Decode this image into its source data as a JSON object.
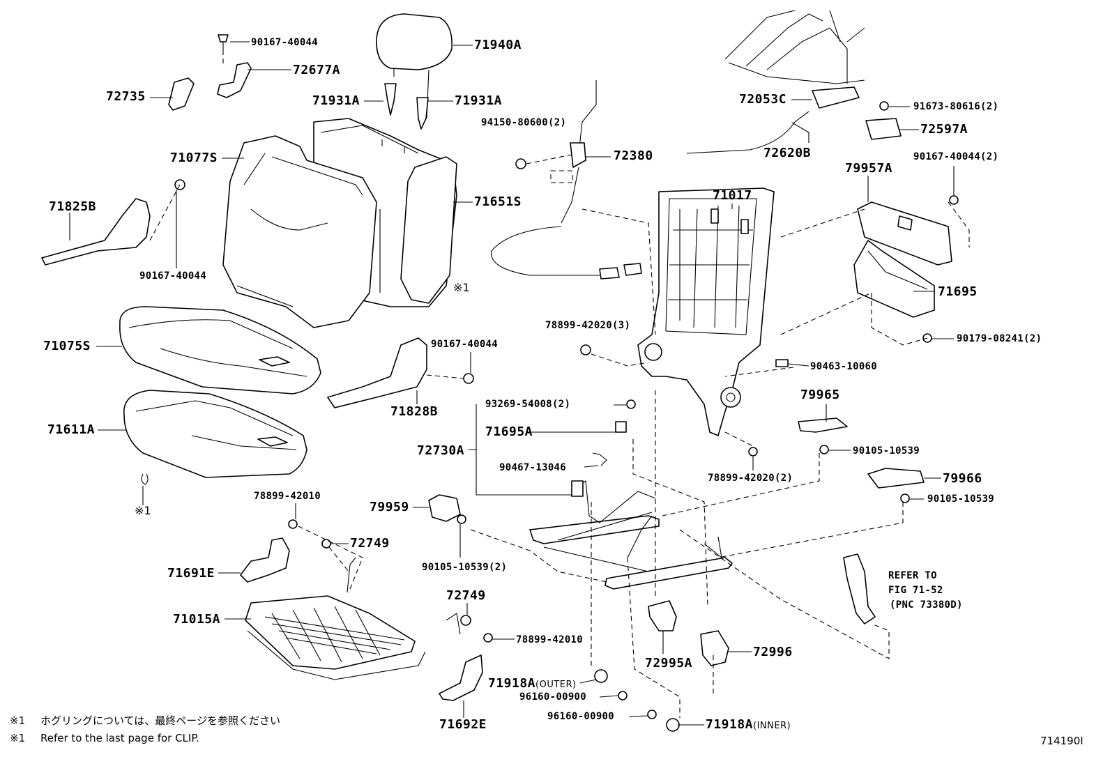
{
  "labels": {
    "p90167_40044_top": "90167-40044",
    "p72677A": "72677A",
    "p72735": "72735",
    "p71940A": "71940A",
    "p71931A_left": "71931A",
    "p71931A_right": "71931A",
    "p94150_80600": "94150-80600(2)",
    "p72380": "72380",
    "p71077S": "71077S",
    "p71651S": "71651S",
    "p71825B": "71825B",
    "p90167_40044_left": "90167-40044",
    "mark1_seatback": "※1",
    "p71075S": "71075S",
    "p71611A": "71611A",
    "mark1_cushion": "※1",
    "p90167_40044_mid": "90167-40044",
    "p71828B": "71828B",
    "p72053C": "72053C",
    "p91673_80616": "91673-80616(2)",
    "p72597A": "72597A",
    "p72620B": "72620B",
    "p79957A": "79957A",
    "p90167_40044_right": "90167-40044(2)",
    "p71017": "71017",
    "p71695": "71695",
    "p78899_42020_3": "78899-42020(3)",
    "p90179_08241": "90179-08241(2)",
    "p90463_10060": "90463-10060",
    "p93269_54008": "93269-54008(2)",
    "p71695A": "71695A",
    "p72730A": "72730A",
    "p79965": "79965",
    "p90105_10539_a": "90105-10539",
    "p90467_13046": "90467-13046",
    "p78899_42020_2": "78899-42020(2)",
    "p79966": "79966",
    "p90105_10539_b": "90105-10539",
    "p78899_42010_a": "78899-42010",
    "p79959": "79959",
    "p72749_a": "72749",
    "p90105_10539_2": "90105-10539(2)",
    "p71691E": "71691E",
    "p71015A": "71015A",
    "p72749_b": "72749",
    "p78899_42010_b": "78899-42010",
    "p72995A": "72995A",
    "p72996": "72996",
    "p71918A_outer_code": "71918A",
    "p71918A_outer_note": "(OUTER)",
    "p96160_00900_a": "96160-00900",
    "p96160_00900_b": "96160-00900",
    "p71918A_inner_code": "71918A",
    "p71918A_inner_note": "(INNER)",
    "p71692E": "71692E",
    "refer_line1": "REFER TO",
    "refer_line2": "FIG 71-52",
    "refer_line3": "(PNC 73380D)"
  },
  "footnotes": {
    "note_jp_mark": "※1",
    "note_jp": "ホグリングについては、最終ページを参照ください",
    "note_en_mark": "※1",
    "note_en": "Refer to the last page for CLIP."
  },
  "figure_id": "714190I"
}
